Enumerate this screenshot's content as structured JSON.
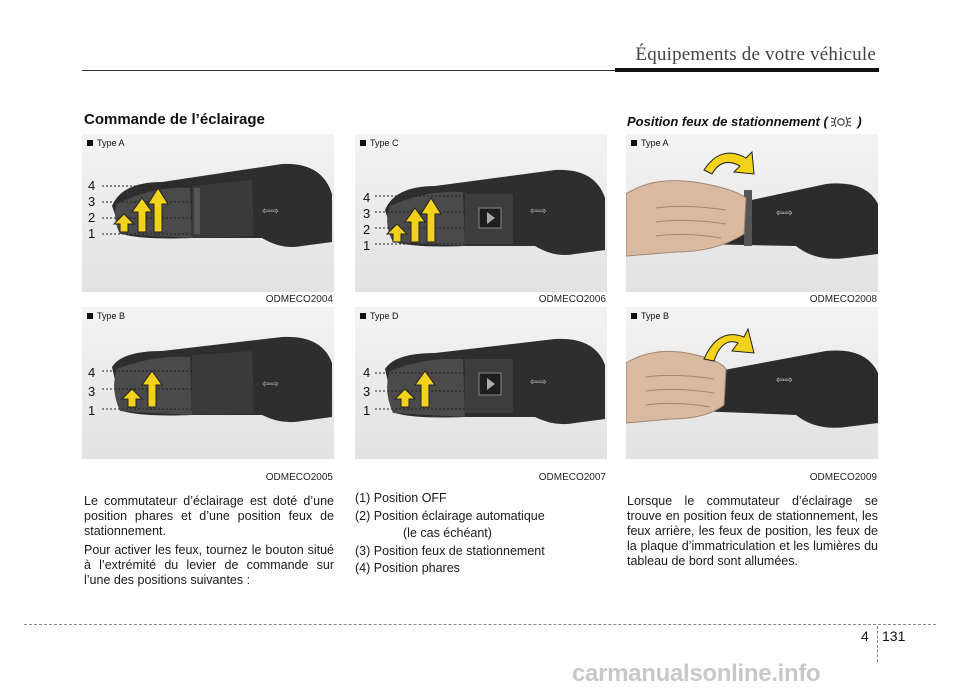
{
  "header": {
    "title": "Équipements de votre véhicule"
  },
  "section_left": {
    "title": "Commande de l’éclairage"
  },
  "section_right": {
    "title_prefix": "Position feux de stationnement (",
    "title_suffix": " )",
    "symbol_icon": "parking-lights-icon"
  },
  "figures": [
    {
      "type": "Type A",
      "code": "ODMECO2004",
      "numbers": [
        "4",
        "3",
        "2",
        "1"
      ]
    },
    {
      "type": "Type B",
      "code": "ODMECO2005",
      "numbers": [
        "4",
        "3",
        "1"
      ]
    },
    {
      "type": "Type C",
      "code": "ODMECO2006",
      "numbers": [
        "4",
        "3",
        "2",
        "1"
      ]
    },
    {
      "type": "Type D",
      "code": "ODMECO2007",
      "numbers": [
        "4",
        "3",
        "1"
      ]
    },
    {
      "type": "Type A",
      "code": "ODMECO2008"
    },
    {
      "type": "Type B",
      "code": "ODMECO2009"
    }
  ],
  "body_left": {
    "p1": "Le commutateur d’éclairage est doté d’une position phares et d’une position feux de stationnement.",
    "p2": "Pour activer les feux, tournez le bouton situé à l’extrémité du levier de commande sur l’une des positions suivantes :"
  },
  "positions": [
    "(1) Position OFF",
    "(2) Position éclairage automatique",
    "(le cas échéant)",
    "(3) Position feux de stationnement",
    "(4) Position phares"
  ],
  "body_right": {
    "p1": "Lorsque le commutateur d’éclairage se trouve en position feux de stationnement, les feux arrière, les feux de position, les feux de la plaque d’immatriculation et les lumières du tableau de bord sont allumées."
  },
  "footer": {
    "chapter": "4",
    "page": "131",
    "watermark": "carmanualsonline.info"
  },
  "colors": {
    "arrow": "#f2d21a",
    "arrow_outline": "#222222",
    "lever_dark": "#2a2a2a",
    "rule": "#111111"
  }
}
